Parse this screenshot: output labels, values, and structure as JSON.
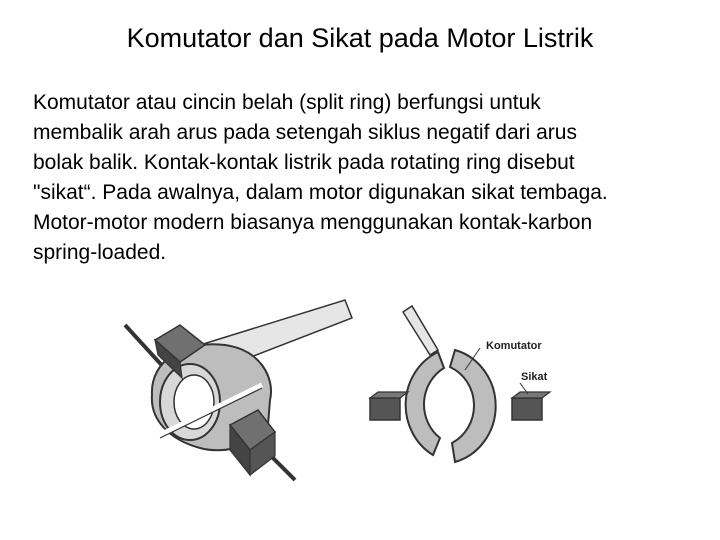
{
  "slide": {
    "title": "Komutator dan Sikat pada Motor Listrik",
    "paragraph_lines": [
      "Komutator atau cincin belah (split ring) berfungsi untuk",
      "membalik arah arus pada setengah siklus negatif dari arus",
      "bolak balik.  Kontak-kontak listrik pada rotating ring disebut",
      "\"sikat“.  Pada awalnya, dalam motor digunakan sikat tembaga.",
      "Motor-motor modern biasanya menggunakan  kontak-karbon",
      "spring-loaded."
    ]
  },
  "figure": {
    "label_commutator": "Komutator",
    "label_brush": "Sikat"
  },
  "colors": {
    "ring": "#bdbdbd",
    "brush_dark": "#555555",
    "outline": "#333333"
  }
}
